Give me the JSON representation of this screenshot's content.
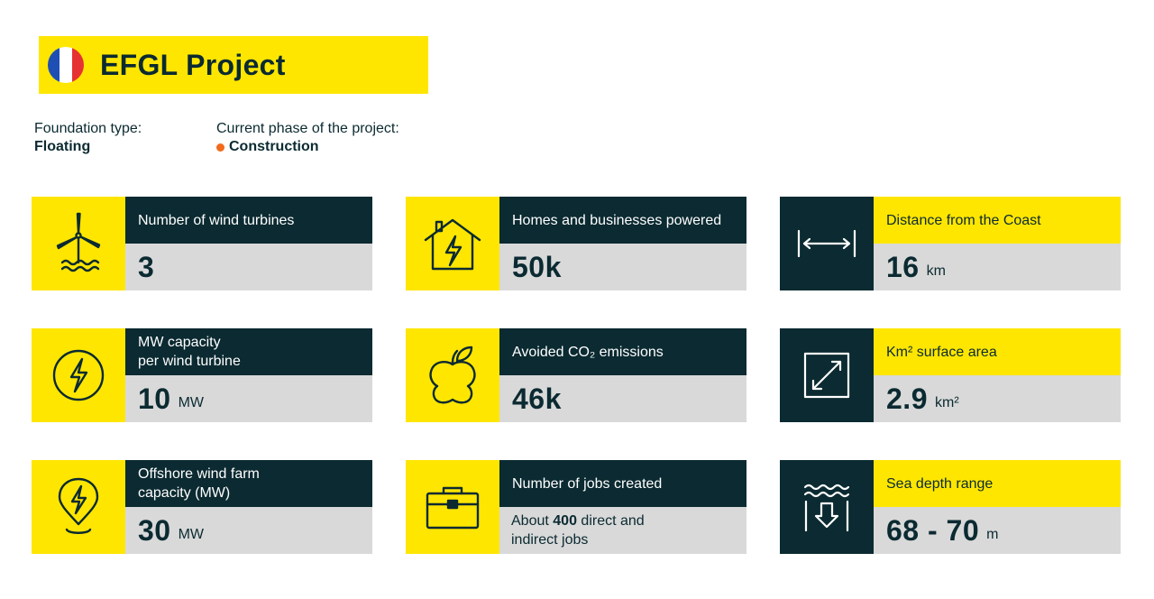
{
  "header": {
    "title": "EFGL Project",
    "flag_colors": [
      "#1f4fb4",
      "#ffffff",
      "#e63232"
    ]
  },
  "foundation": {
    "label": "Foundation type:",
    "value": "Floating"
  },
  "phase": {
    "label": "Current phase of the project:",
    "value": "Construction",
    "dot_color": "#f26a1b"
  },
  "colors": {
    "yellow": "#ffe600",
    "dark": "#0b2a31",
    "grey": "#d9d9d9"
  },
  "cards": {
    "turbines": {
      "label": "Number of wind turbines",
      "value": "3",
      "icon": "wind-turbine-icon"
    },
    "homes": {
      "label": "Homes and businesses powered",
      "value": "50k",
      "icon": "house-lightning-icon"
    },
    "distance": {
      "label": "Distance from the Coast",
      "value": "16",
      "unit": "km",
      "icon": "distance-arrow-icon"
    },
    "mw_turbine": {
      "label_line1": "MW capacity",
      "label_line2": "per wind turbine",
      "value": "10",
      "unit": "MW",
      "icon": "lightning-circle-icon"
    },
    "co2": {
      "label": "Avoided CO₂ emissions",
      "value": "46k",
      "icon": "apple-leaf-icon"
    },
    "area": {
      "label": "Km² surface area",
      "value": "2.9",
      "unit": "km²",
      "icon": "diagonal-arrow-square-icon"
    },
    "farm_capacity": {
      "label_line1": "Offshore wind farm",
      "label_line2": "capacity (MW)",
      "value": "30",
      "unit": "MW",
      "icon": "lightning-pin-icon"
    },
    "jobs": {
      "label": "Number of jobs created",
      "value_pre": "About ",
      "value_num": "400",
      "value_post": " direct and",
      "value_line2": "indirect jobs",
      "icon": "briefcase-icon"
    },
    "depth": {
      "label": "Sea depth range",
      "value": "68 - 70",
      "unit": "m",
      "icon": "sea-depth-icon"
    }
  }
}
